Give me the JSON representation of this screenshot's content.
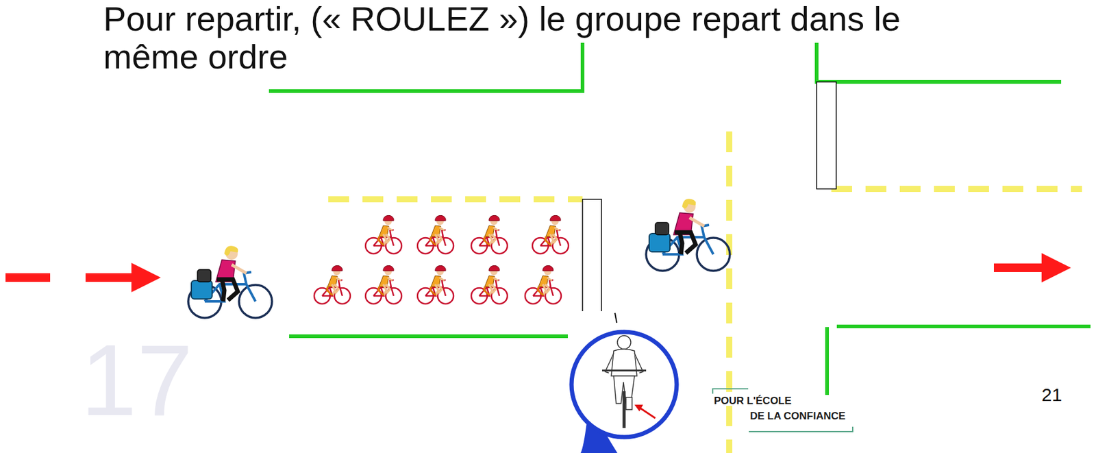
{
  "diagram": {
    "title": "Pour repartir, (« ROULEZ ») le groupe repart dans le même ordre",
    "labels": [
      "17",
      "21",
      "POUR L'ÉCOLE",
      "DE LA CONFIANCE"
    ]
  }
}
